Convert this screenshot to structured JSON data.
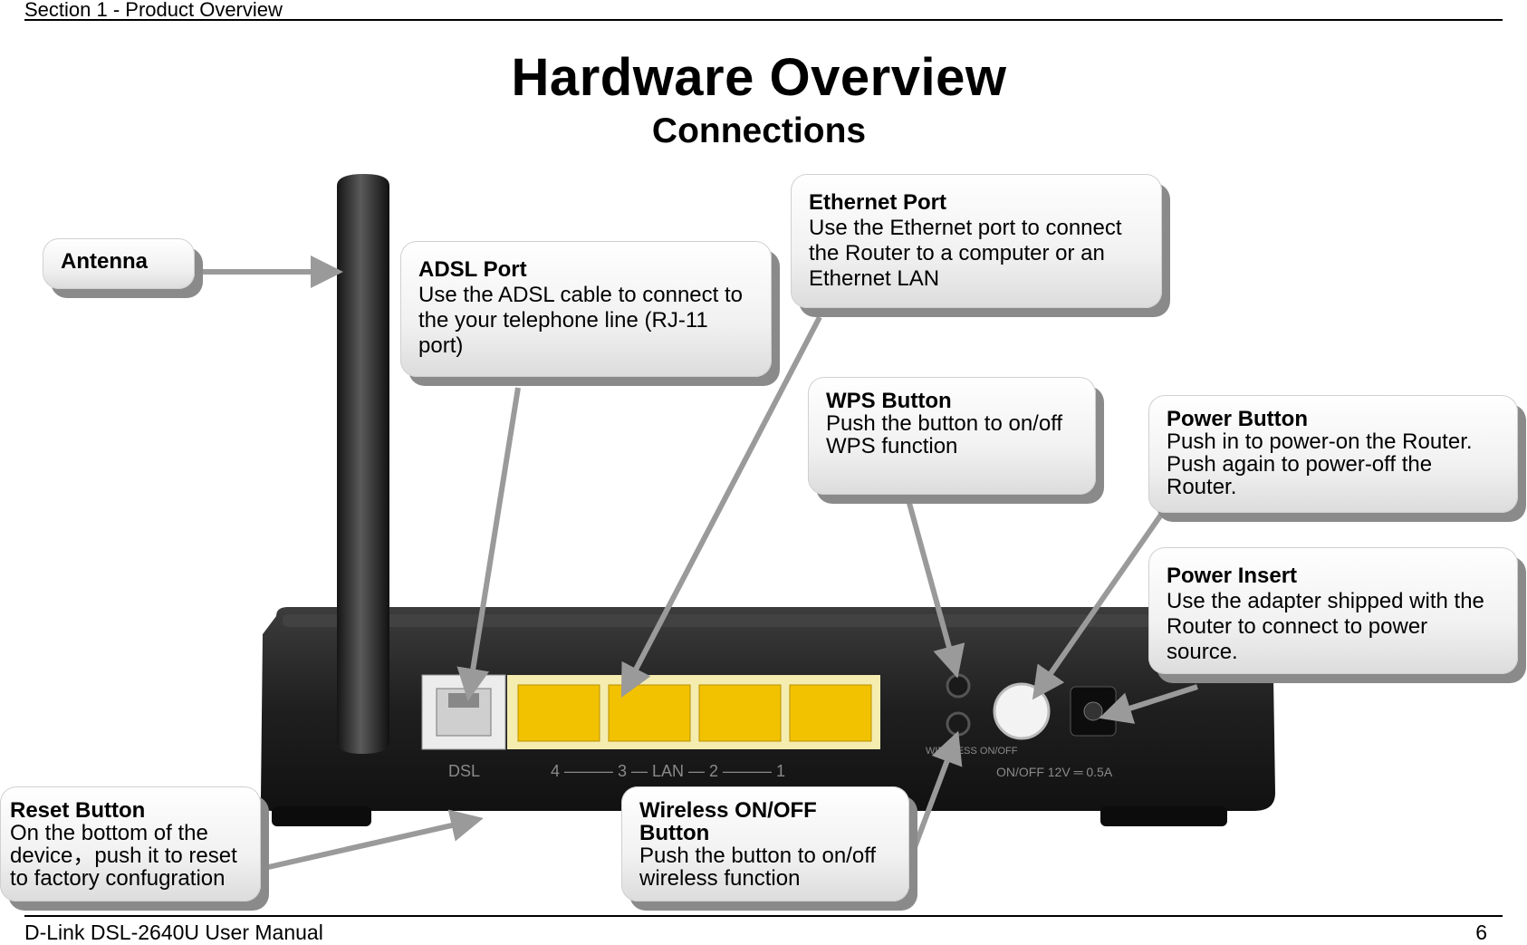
{
  "header": {
    "section": "Section 1 - Product Overview"
  },
  "title": "Hardware Overview",
  "subtitle": "Connections",
  "callouts": {
    "antenna": {
      "title": "Antenna"
    },
    "adsl": {
      "title": "ADSL Port",
      "desc": "Use the ADSL cable to connect to the your telephone line (RJ-11 port)"
    },
    "ethernet": {
      "title": "Ethernet Port",
      "desc": "Use the Ethernet port to connect the Router to a computer or an Ethernet LAN"
    },
    "wps": {
      "title": "WPS Button",
      "desc": "Push the button to on/off WPS function"
    },
    "power_button": {
      "title": "Power Button",
      "desc": "Push in to power-on the Router. Push again to power-off the Router."
    },
    "power_insert": {
      "title": "Power Insert",
      "desc": "Use the adapter shipped with the Router to connect to power source."
    },
    "reset": {
      "title": "Reset Button",
      "desc": "On the bottom of the device，push it to reset to factory confugration"
    },
    "wireless": {
      "title": "Wireless ON/OFF Button",
      "desc": "Push the button to on/off wireless function"
    }
  },
  "router_labels": {
    "dsl": "DSL",
    "lan": "4 ——— 3 — LAN — 2 ——— 1",
    "wireless": "WIRELESS ON/OFF",
    "power": "ON/OFF  12V ═ 0.5A"
  },
  "footer": {
    "manual": "D-Link DSL-2640U User Manual",
    "page": "6"
  },
  "colors": {
    "router_body": "#2a2a2a",
    "lan_port": "#f2c200",
    "arrow": "#9a9a9a"
  }
}
